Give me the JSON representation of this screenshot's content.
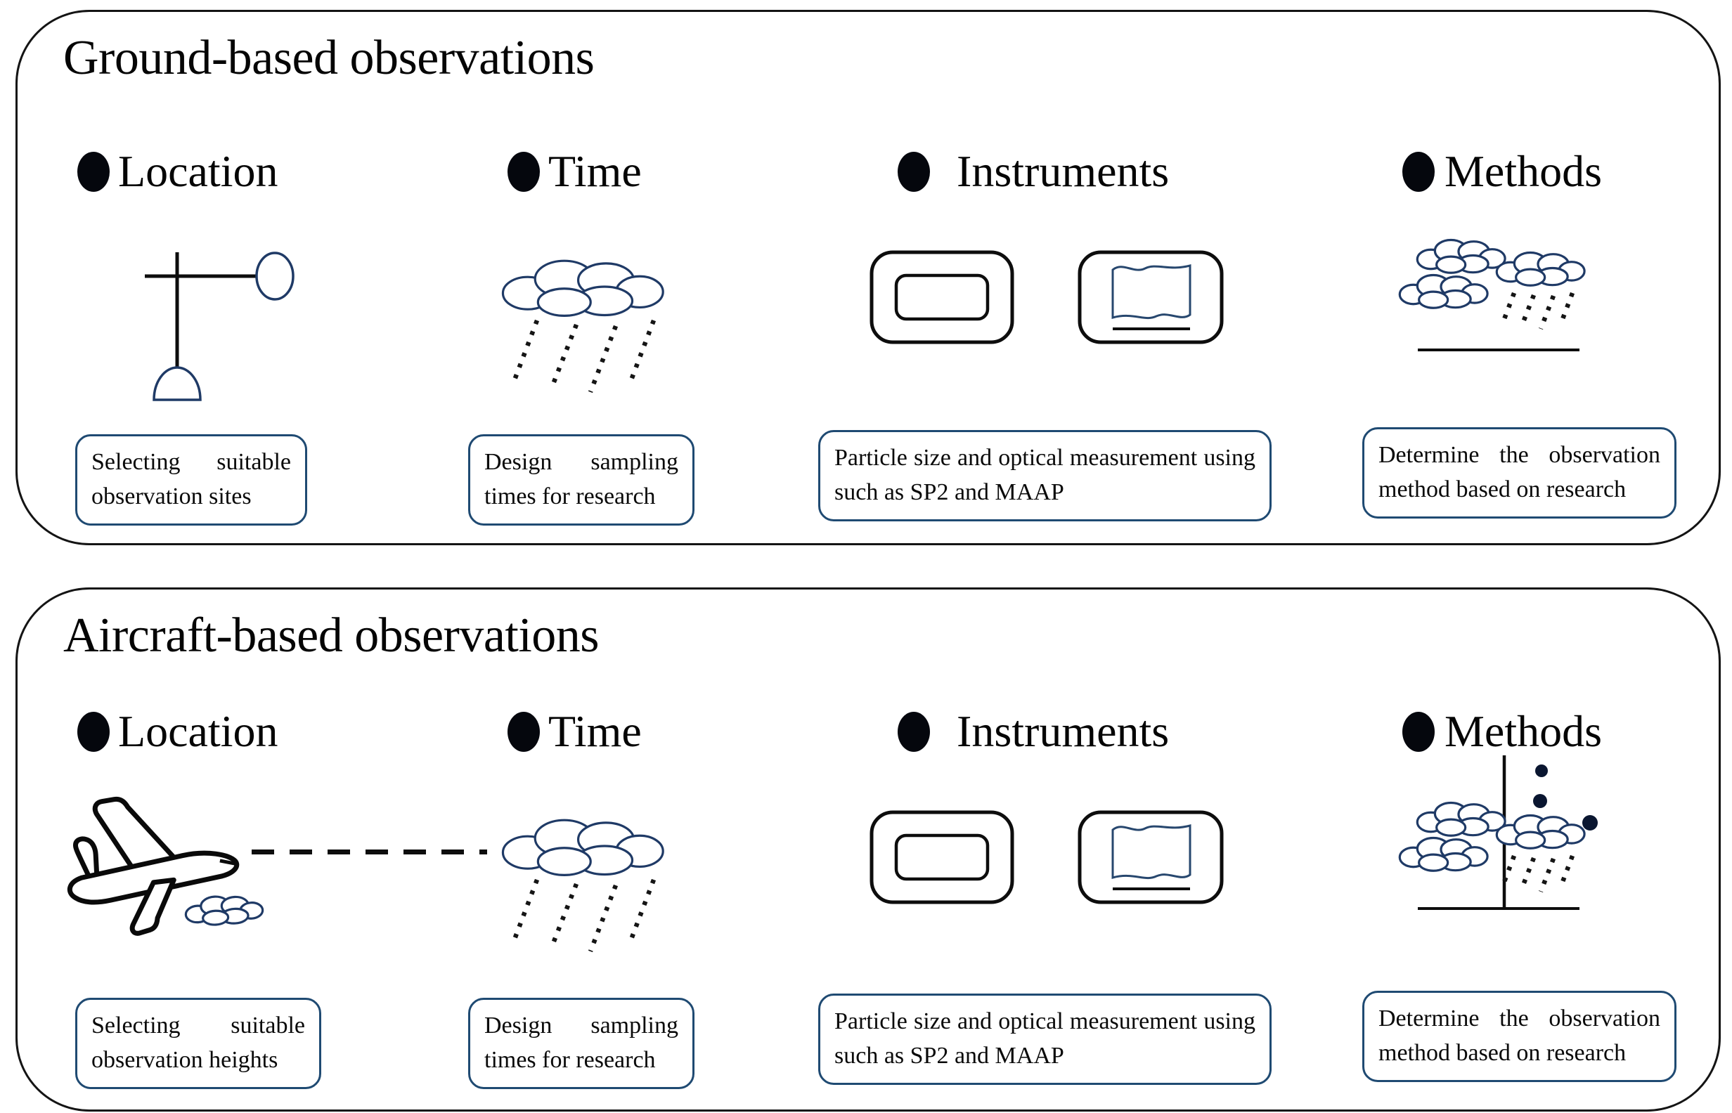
{
  "panels": [
    {
      "title": "Ground-based observations",
      "columns": [
        {
          "label": "Location",
          "icon": "weather-station-icon",
          "note": "Selecting suitable observation sites"
        },
        {
          "label": "Time",
          "icon": "rain-cloud-icon",
          "note": "Design sampling times for research"
        },
        {
          "label": "Instruments",
          "icon": "instrument-boxes-icon",
          "note": "Particle size and optical measurement using such as SP2 and MAAP"
        },
        {
          "label": "Methods",
          "icon": "cloud-layers-icon",
          "note": "Determine the observation method based on research"
        }
      ]
    },
    {
      "title": "Aircraft-based observations",
      "columns": [
        {
          "label": "Location",
          "icon": "airplane-icon",
          "note": "Selecting suitable observation heights"
        },
        {
          "label": "Time",
          "icon": "rain-cloud-icon",
          "note": "Design sampling times for research"
        },
        {
          "label": "Instruments",
          "icon": "instrument-boxes-icon",
          "note": "Particle size and optical measurement using such as SP2 and MAAP"
        },
        {
          "label": "Methods",
          "icon": "cloud-profile-icon",
          "note": "Determine the observation method based on research"
        }
      ]
    }
  ],
  "colors": {
    "ink": "#141414",
    "navy": "#1f3a66",
    "box_border": "#1f4a72",
    "bullet": "#05070d"
  }
}
